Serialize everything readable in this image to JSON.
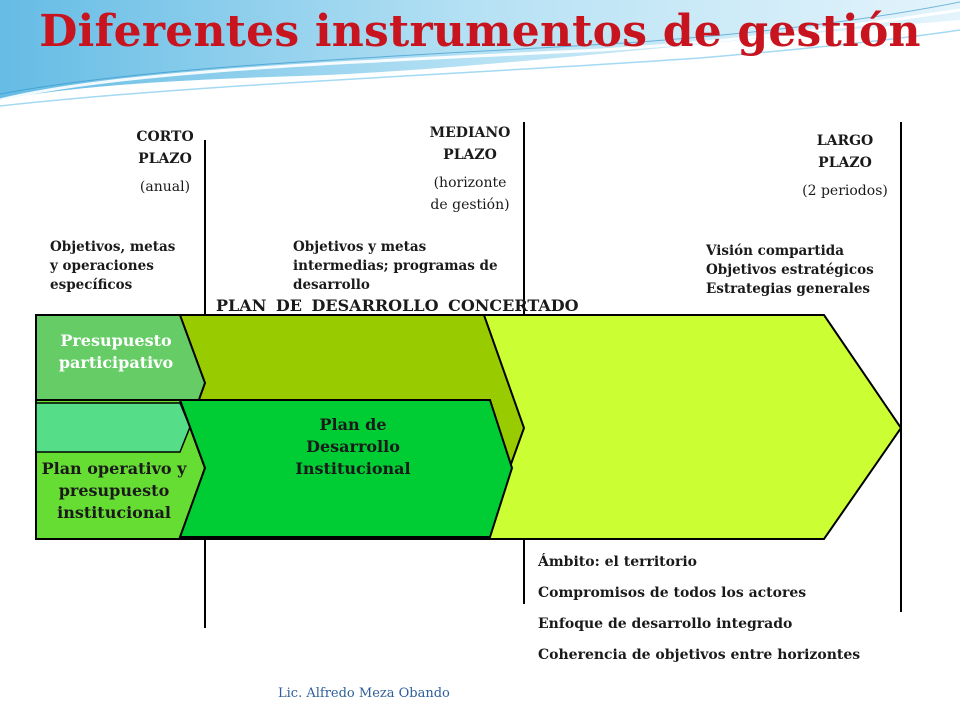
{
  "title": "Diferentes instrumentos de gestión",
  "horizons": [
    {
      "line1": "CORTO",
      "line2": "PLAZO",
      "sub": "(anual)"
    },
    {
      "line1": "MEDIANO",
      "line2": "PLAZO",
      "sub1": "(horizonte",
      "sub2": "de gestión)"
    },
    {
      "line1": "LARGO",
      "line2": "PLAZO",
      "sub": "(2 periodos)"
    }
  ],
  "objectives": {
    "short": [
      "Objetivos, metas",
      "y operaciones",
      "específicos"
    ],
    "medium": [
      "Objetivos y metas",
      "intermedias; programas de",
      "desarrollo"
    ],
    "long": [
      "Visión compartida",
      "Objetivos estratégicos",
      "Estrategias generales"
    ]
  },
  "plan_label": "PLAN DE DESARROLLO CONCERTADO",
  "instruments": {
    "presupuesto": [
      "Presupuesto",
      "participativo"
    ],
    "operativo": [
      "Plan operativo y",
      "presupuesto",
      "institucional"
    ],
    "pdi": [
      "Plan de",
      "Desarrollo",
      "Institucional"
    ]
  },
  "bullets": [
    "Ámbito: el territorio",
    "Compromisos de todos los actores",
    "Enfoque de desarrollo integrado",
    "Coherencia de objetivos entre horizontes"
  ],
  "footer": "Lic. Alfredo Meza Obando",
  "colors": {
    "title": "#c8141e",
    "big_arrow": "#ccff33",
    "mid_arrow": "#99cc00",
    "presupuesto": "#66cc66",
    "operativo": "#66dd33",
    "pdi": "#00cc33",
    "teal": "#55dd88"
  }
}
